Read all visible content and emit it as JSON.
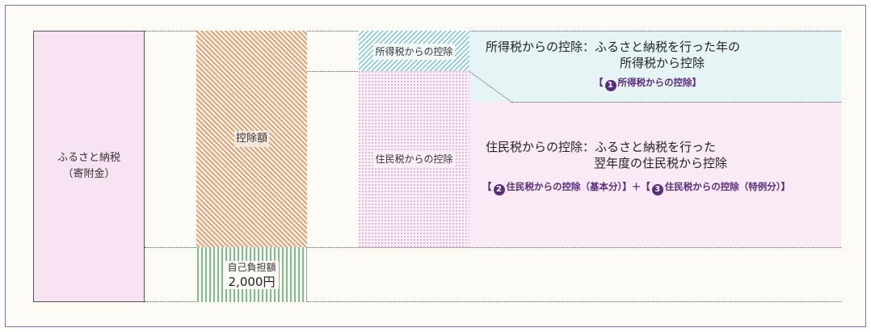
{
  "diagram": {
    "donation_label_1": "ふるさと納税",
    "donation_label_2": "（寄附金）",
    "deduction_label": "控除額",
    "self_burden_label_1": "自己負担額",
    "self_burden_label_2": "2,000円",
    "income_box_label": "所得税からの控除",
    "resident_box_label": "住民税からの控除",
    "income_title_1": "所得税からの控除：ふるさと納税を行った年の",
    "income_title_2": "所得税から控除",
    "income_note_open": "【",
    "income_note_num": "1",
    "income_note_text": "所得税からの控除】",
    "resident_title_1": "住民税からの控除：ふるさと納税を行った",
    "resident_title_2": "翌年度の住民税から控除",
    "resident_note_open": "【",
    "resident_note_num_a": "2",
    "resident_note_text_a": "住民税からの控除（基本分）】＋【",
    "resident_note_num_b": "3",
    "resident_note_text_b": "住民税からの控除（特例分）】"
  },
  "colors": {
    "frame": "#8a6fb0",
    "donation_fill": "#f8e3f2",
    "deduction_hatch": "#c47a3c",
    "self_burden_hatch": "#3d8a4c",
    "income_fill": "#e6f4f6",
    "income_hatch": "#5ab0c4",
    "resident_fill": "#f9eaf5",
    "resident_dots": "#b56fa8",
    "note_text": "#5a2e7e"
  }
}
